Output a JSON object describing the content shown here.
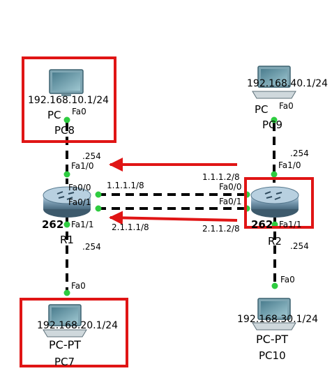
{
  "colors": {
    "link": "#000000",
    "port_led": "#2ecc40",
    "highlight": "#e01515",
    "arrow": "#e01515"
  },
  "pcs": {
    "pc8": {
      "ip": "192.168.10.1/24",
      "port": "Fa0",
      "model_partial": "PC",
      "name": "PC8",
      "icon": "monitor-icon"
    },
    "pc9": {
      "ip": "192.168.40.1/24",
      "port": "Fa0",
      "model_partial": "PC",
      "name": "PC9",
      "icon": "laptop-icon"
    },
    "pc7": {
      "ip": "192.168.20.1/24",
      "port": "Fa0",
      "model": "PC-PT",
      "name": "PC7",
      "icon": "laptop-icon"
    },
    "pc10": {
      "ip": "192.168.30.1/24",
      "port": "Fa0",
      "model": "PC-PT",
      "name": "PC10",
      "icon": "laptop-icon"
    }
  },
  "routers": {
    "r1": {
      "model": "262",
      "name": "R1",
      "icon": "router-icon",
      "ports": {
        "top": "Fa1/0",
        "upper": "Fa0/0",
        "lower": "Fa0/1",
        "bottom": "Fa1/1"
      },
      "gw_top": ".254",
      "gw_bottom": ".254"
    },
    "r2": {
      "model": "262",
      "name": "R2",
      "icon": "router-icon",
      "ports": {
        "top": "Fa1/0",
        "upper": "Fa0/0",
        "lower": "Fa0/1",
        "bottom": "Fa1/1"
      },
      "gw_top": ".254",
      "gw_bottom": ".254"
    }
  },
  "links": {
    "upper_r1_ip": "1.1.1.1/8",
    "upper_r2_ip": "1.1.1.2/8",
    "lower_r1_ip": "2.1.1.1/8",
    "lower_r2_ip": "2.1.1.2/8"
  }
}
